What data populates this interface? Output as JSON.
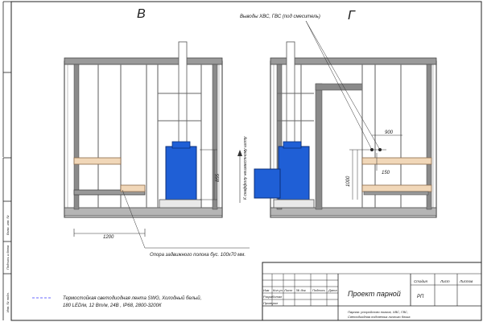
{
  "views": {
    "left_label": "В",
    "right_label": "Г"
  },
  "annotations": {
    "outlets_note": "Выводы ХВС, ГВС (под смеситель)",
    "support_note": "Опора задвижного полока бус. 100х70 мм.",
    "chimney_note": "К скаффолу неизвестному шоту",
    "legend_text_line1": "Термостойкая светодиодная лента SWG, Холодный белый,",
    "legend_text_line2": "180 LED/м, 12 Вт/м, 24В , IP68, 2800-3200К"
  },
  "dimensions": {
    "left_width": "1200",
    "stove_height": "855",
    "right_height": "1000",
    "right_top": "900",
    "right_small": "150"
  },
  "title_block": {
    "project_title": "Проект парной",
    "sheet_code": "РП",
    "col_stage": "Стадия",
    "col_sheet": "Лист",
    "col_sheets": "Листов",
    "row_headers": [
      "Изм",
      "Кол.уч",
      "Лист",
      "№ док",
      "Подпись",
      "Дата"
    ],
    "role_developed": "Разработал",
    "role_checked": "Проверил",
    "description_line1": "Парная: устройство полков, ХВС, ГВС,",
    "description_line2": "Светодиодная подсветка личного блока"
  },
  "side_stamps": [
    "Инв. № подл.",
    "Подпись и дата",
    "Взам. инв. №"
  ],
  "colors": {
    "stove": "#1f5fd6",
    "bench": "#f1d7b8",
    "wall": "#777777",
    "line": "#333333"
  }
}
